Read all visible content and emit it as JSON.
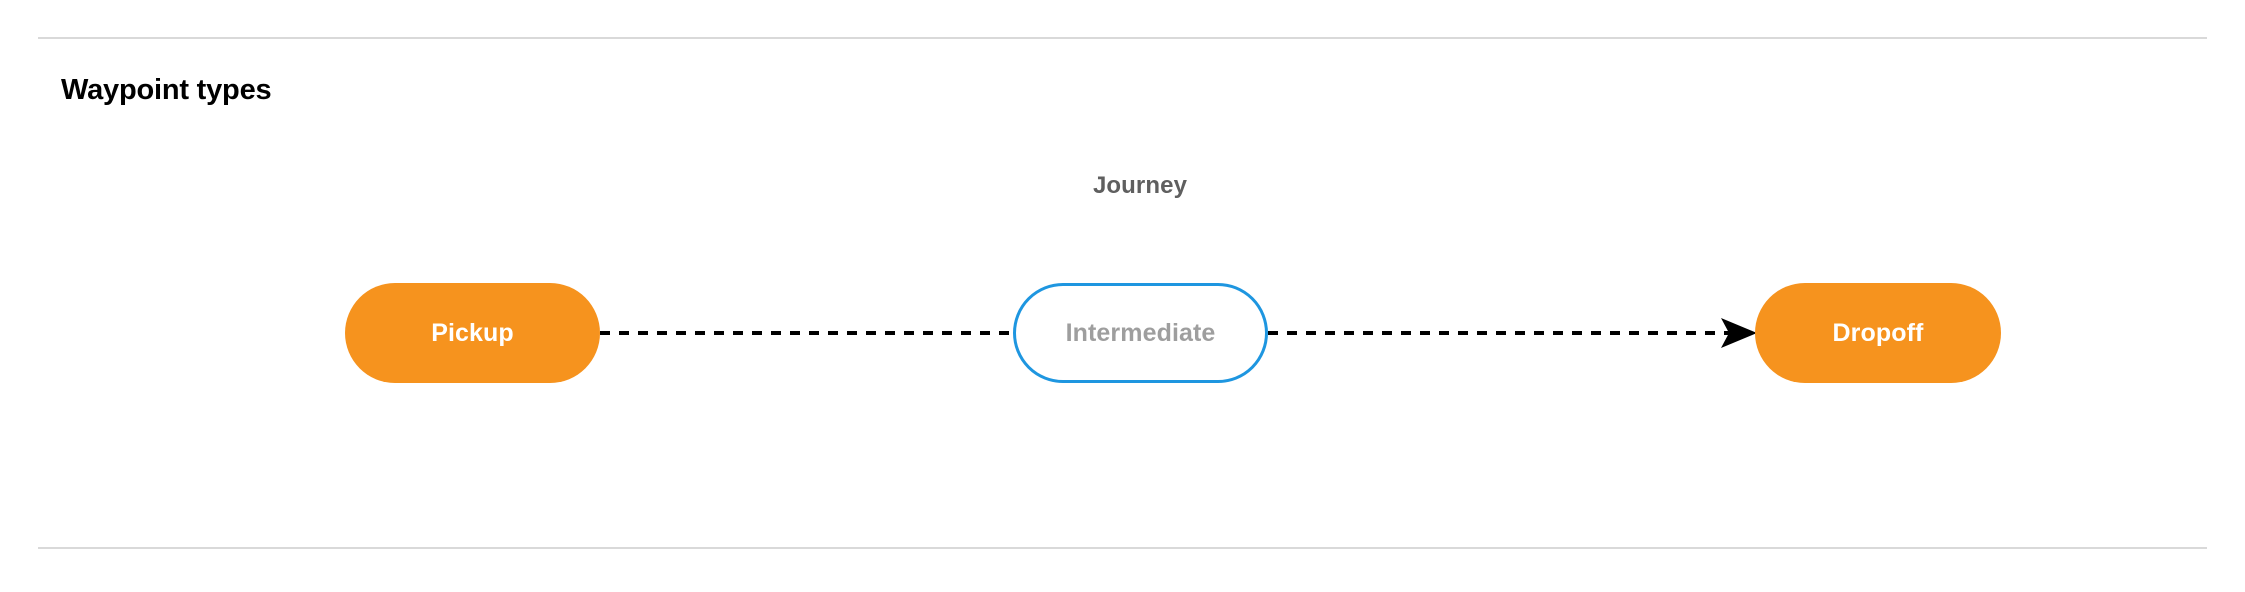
{
  "section": {
    "title": "Waypoint types"
  },
  "diagram": {
    "group_label": "Journey",
    "nodes": [
      {
        "id": "pickup",
        "label": "Pickup",
        "style": "filled",
        "fill": "#F6931E",
        "text_color": "#FFFFFF"
      },
      {
        "id": "intermediate",
        "label": "Intermediate",
        "style": "outline",
        "fill": "#FFFFFF",
        "border_color": "#1E96E0",
        "text_color": "#9E9E9E"
      },
      {
        "id": "dropoff",
        "label": "Dropoff",
        "style": "filled",
        "fill": "#F6931E",
        "text_color": "#FFFFFF"
      }
    ],
    "edges": [
      {
        "from": "pickup",
        "to": "intermediate",
        "style": "dashed",
        "color": "#000000",
        "arrowhead": false
      },
      {
        "from": "intermediate",
        "to": "dropoff",
        "style": "dashed",
        "color": "#000000",
        "arrowhead": true
      }
    ]
  },
  "colors": {
    "accent_orange": "#F6931E",
    "accent_blue": "#1E96E0",
    "divider": "#D9D9D9",
    "label_gray": "#5F5F5F",
    "muted_gray": "#9E9E9E"
  }
}
